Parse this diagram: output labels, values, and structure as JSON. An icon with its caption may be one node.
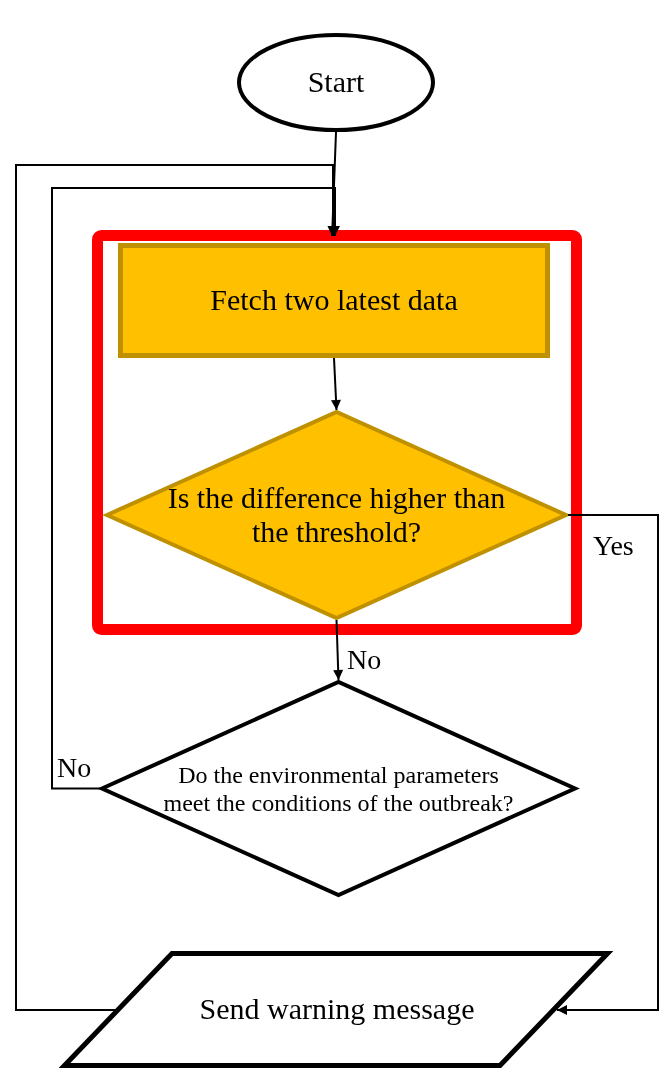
{
  "diagram": {
    "nodes": [
      {
        "text": [
          "Start"
        ]
      },
      {
        "text": [],
        "shape": "box"
      },
      {
        "text": [
          "Fetch two latest data"
        ],
        "in": 1
      },
      {
        "text": [
          "Is the difference higher than the threshold?"
        ],
        "in": 1
      },
      {
        "text": [
          "Do the environmental parameters meet the conditions of the outbreak?"
        ]
      },
      {
        "text": [
          "Send warning message"
        ]
      }
    ],
    "edges": [
      {
        "from": 0,
        "to": 1,
        "arrow": "to"
      },
      {
        "from": 2,
        "to": 3,
        "arrow": "to"
      },
      {
        "from": 3,
        "to": 5,
        "arrow": "to",
        "label": "Yes"
      },
      {
        "from": 3,
        "to": 4,
        "arrow": "to",
        "label": "No"
      },
      {
        "from": 4,
        "to": 1,
        "arrow": "to",
        "label": "No"
      },
      {
        "from": 5,
        "to": 1,
        "arrow": "to"
      }
    ]
  }
}
